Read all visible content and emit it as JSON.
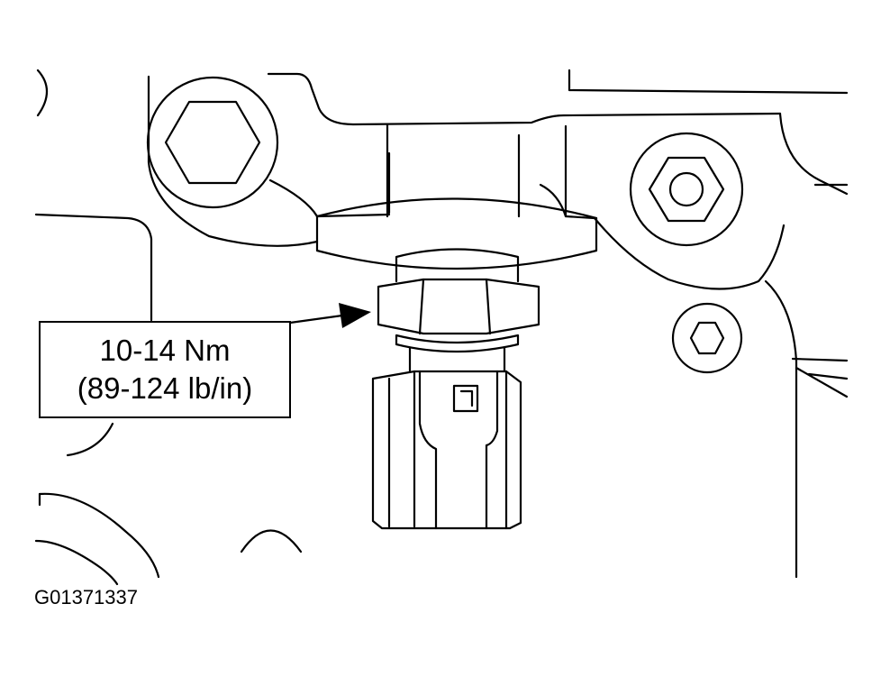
{
  "callout": {
    "torque_nm": "10-14 Nm",
    "torque_lbin": "(89-124 lb/in)"
  },
  "figure_id": "G01371337"
}
